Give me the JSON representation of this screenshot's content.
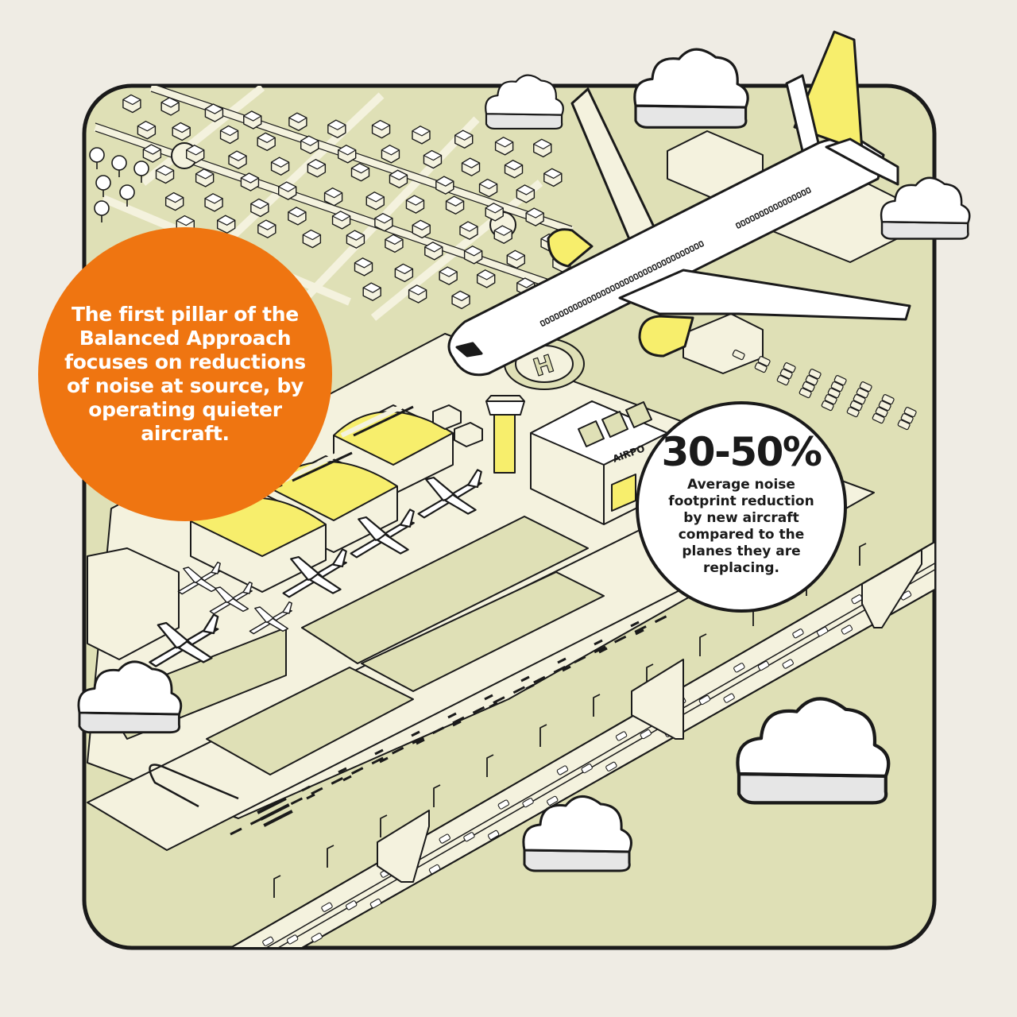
{
  "pillar_text": "The first pillar of the Balanced Approach focuses on reductions of noise at source, by operating quieter aircraft.",
  "stat": {
    "value": "30-50%",
    "description": "Average noise footprint reduction by new aircraft compared to the planes they are replacing."
  },
  "signs": {
    "airport": "AIRPO"
  },
  "colors": {
    "background": "#efece4",
    "map": "#dfe0b6",
    "paved": "#f4f2de",
    "line": "#1a1a1a",
    "accent_orange": "#ef7511",
    "accent_yellow": "#f7ee6c",
    "white": "#ffffff"
  },
  "icons": {
    "helipad": "helipad-icon",
    "clouds": "cloud-icon",
    "airliner": "airplane-icon"
  }
}
